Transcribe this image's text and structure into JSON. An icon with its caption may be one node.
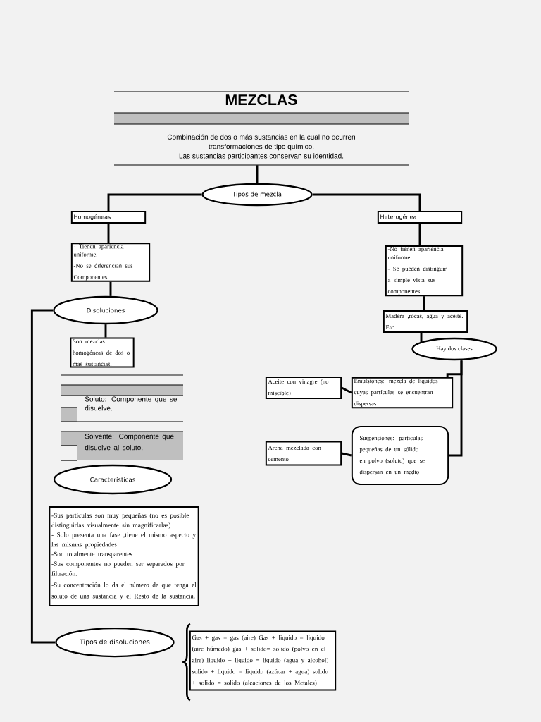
{
  "diagram": {
    "nodes": [
      {
        "text": [
          "MEZCLAS",
          "Combinación de dos o más sustancias en la cual no ocurren transformaciones de tipo químico.",
          "Las sustancias participantes conservan su identidad."
        ]
      },
      {
        "text": [
          "Tipos de mezcla"
        ]
      },
      {
        "text": [
          "Homogéneas"
        ]
      },
      {
        "text": [
          "Heterogénea"
        ]
      },
      {
        "text": [
          "- Tienen apariencia uniforme.",
          "-No se diferencian sus Componentes."
        ]
      },
      {
        "text": [
          "-No tienen apariencia uniforme.",
          "- Se pueden distinguir a simple vista sus componentes."
        ]
      },
      {
        "text": [
          "Disoluciones"
        ]
      },
      {
        "text": [
          "Madera ,rocas, agua y aceite. Etc."
        ]
      },
      {
        "text": [
          "Hay dos clases"
        ]
      },
      {
        "text": [
          "Son mezclas homogéneas de dos o más sustancias."
        ]
      },
      {
        "text": [
          "Soluto: Componente que se disuelve.",
          "Solvente: Componente que disuelve al soluto."
        ]
      },
      {
        "text": [
          "Aceite con vinagre (no miscible)"
        ]
      },
      {
        "text": [
          "Emulsiones: mezcla de líquidos cuyas partículas se encuentran dispersas"
        ]
      },
      {
        "text": [
          "Arena mezclada con cemento"
        ]
      },
      {
        "text": [
          "Suspensiones: partículas pequeñas de un sólido en polvo (soluto) que se dispersan en un medio"
        ]
      },
      {
        "text": [
          "Características"
        ]
      },
      {
        "text": [
          "-Sus partículas son muy pequeñas (no es posible distinguirlas visualmente sin magnificarlas)",
          "- Solo presenta una fase ,tiene el mismo aspecto y las mismas propiedades",
          "-Son totalmente transparentes.",
          "-Sus componentes no pueden ser separados por filtración.",
          "-Su concentración lo da el número de que tenga el soluto de una sustancia y el Resto de la sustancia."
        ]
      },
      {
        "text": [
          "Tipos de disoluciones"
        ]
      },
      {
        "text": [
          "Gas + gas = gas (aire) Gas + liquido = liquido (aire húmedo) gas + solido= solido (polvo en el aire) liquido + liquido = liquido (agua y alcohol) solido + liquido = liquido (azúcar + agua) solido + solido = solido (aleaciones de los Metales)"
        ]
      }
    ],
    "edges": [
      {
        "from": 0,
        "to": 1,
        "arrow": "none"
      },
      {
        "from": 1,
        "to": 2,
        "arrow": "none"
      },
      {
        "from": 1,
        "to": 3,
        "arrow": "none"
      },
      {
        "from": 2,
        "to": 4,
        "arrow": "none"
      },
      {
        "from": 3,
        "to": 5,
        "arrow": "none"
      },
      {
        "from": 4,
        "to": 6,
        "arrow": "none"
      },
      {
        "from": 5,
        "to": 7,
        "arrow": "none"
      },
      {
        "from": 7,
        "to": 8,
        "arrow": "none"
      },
      {
        "from": 6,
        "to": 9,
        "arrow": "none"
      },
      {
        "from": 8,
        "to": 12,
        "arrow": "none"
      },
      {
        "from": 8,
        "to": 14,
        "arrow": "none"
      },
      {
        "from": 11,
        "to": 12,
        "arrow": "none"
      },
      {
        "from": 13,
        "to": 14,
        "arrow": "none"
      },
      {
        "from": 6,
        "to": 17,
        "arrow": "none"
      }
    ]
  }
}
